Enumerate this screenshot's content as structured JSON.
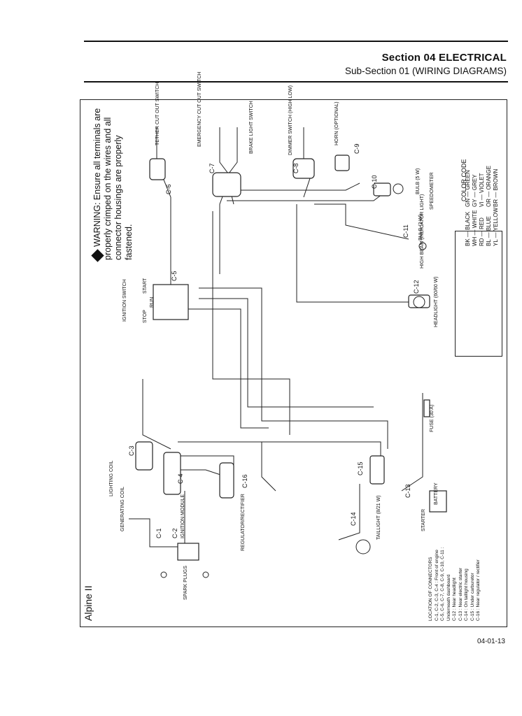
{
  "header": {
    "section": "Section 04  ELECTRICAL",
    "subsection": "Sub-Section 01  (WIRING DIAGRAMS)"
  },
  "diagram": {
    "model": "Alpine II",
    "warning": "WARNING: Ensure all terminals are properly crimped on the wires and all connector housings are properly fastened.",
    "components": {
      "tether": "TETHER CUT OUT SWITCH",
      "emergency": "EMERGENCY CUT OUT SWITCH",
      "brake": "BRAKE LIGHT SWITCH",
      "dimmer": "DIMMER SWITCH (HIGH LOW)",
      "horn": "HORN (OPTIONAL)",
      "bulb_speedo": "BULB (5 W)",
      "speedometer": "SPEEDOMETER",
      "bulb_highbeam": "BULB (2 W)",
      "highbeam": "HIGH BEAM (INDICATOR LIGHT)",
      "headlight": "HEADLIGHT (60/60 W)",
      "fuse": "FUSE (30 A)",
      "battery": "BATTERY",
      "starter": "STARTER",
      "taillight": "TAILLIGHT (8/21 W)",
      "regulator": "REGULATOR/RECTIFIER",
      "ignition_switch": "IGNITION SWITCH",
      "lighting_coil": "LIGHTING COIL",
      "generating_coil": "GENERATING COIL",
      "ignition_module": "IGNITION MODULE",
      "spark_plugs": "SPARK PLUGS",
      "start": "START",
      "run": "RUN",
      "stop": "STOP"
    },
    "connectors": [
      "C-1",
      "C-2",
      "C-3",
      "C-4",
      "C-5",
      "C-6",
      "C-7",
      "C-8",
      "C-9",
      "C-10",
      "C-11",
      "C-12",
      "C-13",
      "C-14",
      "C-15",
      "C-16"
    ],
    "color_code": {
      "title": "COLOR CODE",
      "left": [
        "BK — BLACK",
        "WH — WHITE",
        "RD — RED",
        "BL — BLUE",
        "YL — YELLOW"
      ],
      "right": [
        "GN — GREEN",
        "GY — GREY",
        "VI — VIOLET",
        "OR — ORANGE",
        "BR — BROWN"
      ]
    },
    "locations": {
      "title": "LOCATION OF CONNECTORS",
      "items": [
        "C-1, C-2, C-3, C-4 : Front of engine",
        "C-5, C-6, C-7, C-8, C-9, C-10, C-11 :",
        "Underneath dashboard",
        "C-12 : Near headlight",
        "C-13 : Near electric starter",
        "C-14 : On taillight housing",
        "C-15 : Under carburetor",
        "C-16 : Near regulator / rectifier"
      ]
    }
  },
  "footer": {
    "page": "04-01-13"
  }
}
